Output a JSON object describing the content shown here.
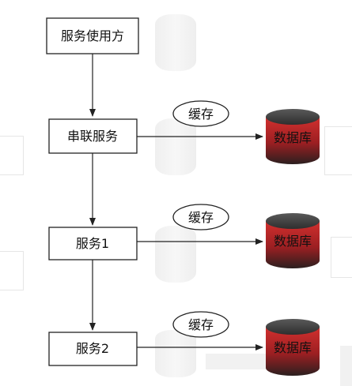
{
  "nodes": {
    "consumer": "服务使用方",
    "chain": "串联服务",
    "service1": "服务1",
    "service2": "服务2"
  },
  "caches": [
    "缓存",
    "缓存",
    "缓存"
  ],
  "databases": [
    "数据库",
    "数据库",
    "数据库"
  ],
  "colors": {
    "stroke": "#222222",
    "db_top": "#4a4a4a",
    "db_red": "#c4262b",
    "db_dark": "#3a2a2a"
  }
}
